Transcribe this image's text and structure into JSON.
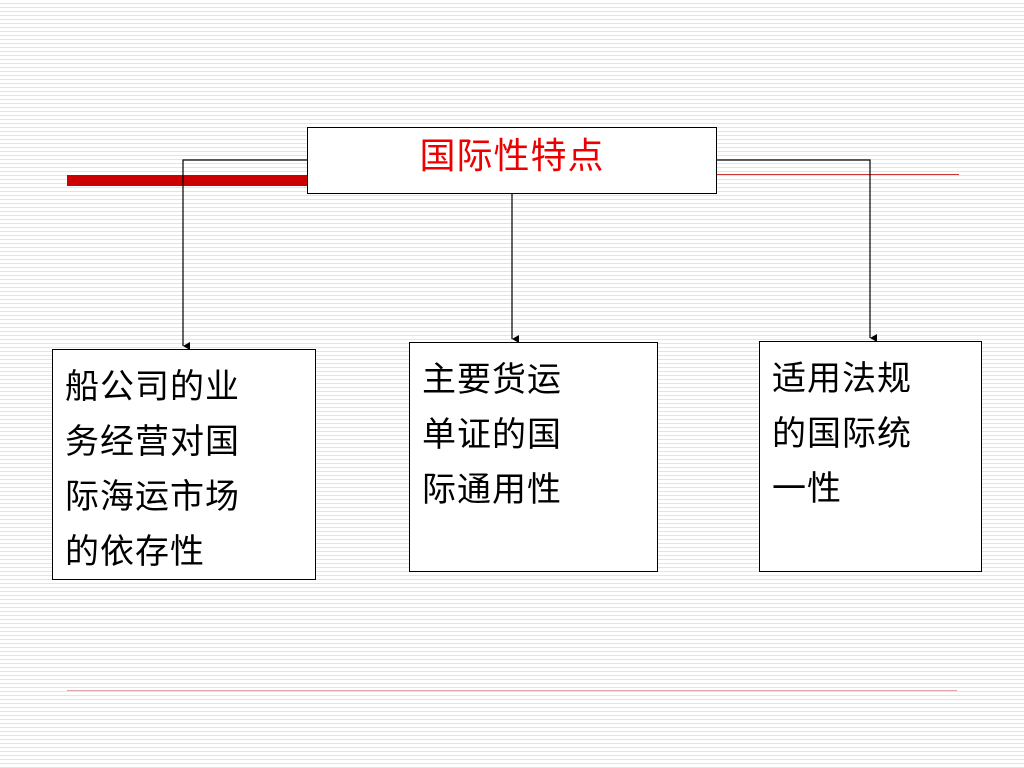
{
  "title": "国际性特点",
  "children": [
    {
      "lines": [
        "船公司的业",
        "务经营对国",
        "际海运市场",
        "的依存性"
      ]
    },
    {
      "lines": [
        "主要货运",
        "单证的国",
        "际通用性"
      ]
    },
    {
      "lines": [
        "适用法规",
        "的国际统",
        "一性"
      ]
    }
  ],
  "colors": {
    "title": "#ee0000",
    "accent_bar": "#cc0000"
  }
}
